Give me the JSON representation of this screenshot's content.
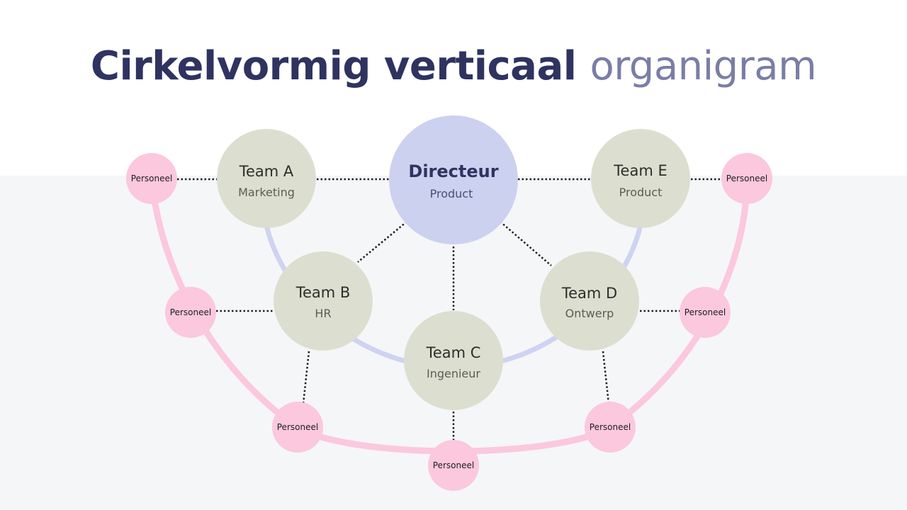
{
  "title": {
    "main": "Cirkelvormig verticaal",
    "accent": "organigram"
  },
  "colors": {
    "title_main": "#2e3360",
    "title_accent": "#7a7ea6",
    "director_fill": "#cdd1f0",
    "team_fill": "#dcdfcf",
    "personnel_fill": "#fbc8de",
    "inner_arc": "#cfd3f2",
    "outer_arc": "#fbc8de"
  },
  "director": {
    "title": "Directeur",
    "subtitle": "Product"
  },
  "teams": [
    {
      "title": "Team A",
      "subtitle": "Marketing"
    },
    {
      "title": "Team B",
      "subtitle": "HR"
    },
    {
      "title": "Team C",
      "subtitle": "Ingenieur"
    },
    {
      "title": "Team D",
      "subtitle": "Ontwerp"
    },
    {
      "title": "Team E",
      "subtitle": "Product"
    }
  ],
  "personnel": [
    {
      "label": "Personeel"
    },
    {
      "label": "Personeel"
    },
    {
      "label": "Personeel"
    },
    {
      "label": "Personeel"
    },
    {
      "label": "Personeel"
    },
    {
      "label": "Personeel"
    },
    {
      "label": "Personeel"
    }
  ]
}
